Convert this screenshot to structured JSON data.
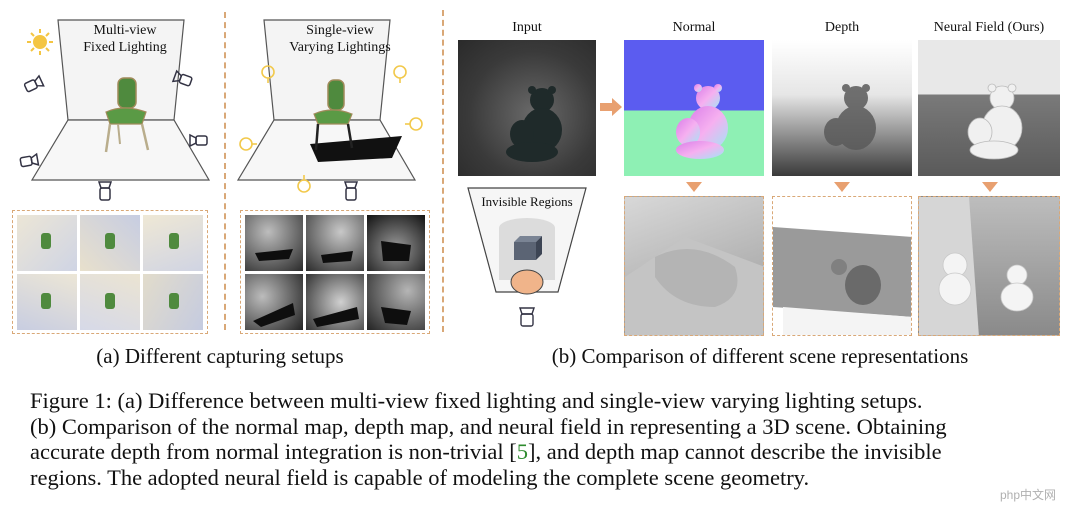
{
  "panel_a": {
    "left_title": [
      "Multi-view",
      "Fixed Lighting"
    ],
    "right_title": [
      "Single-view",
      "Varying Lightings"
    ],
    "subcaption": "(a) Different capturing setups"
  },
  "panel_b": {
    "col_input": "Input",
    "col_normal": "Normal",
    "col_depth": "Depth",
    "col_neural": "Neural Field (Ours)",
    "invisible_regions": "Invisible Regions",
    "subcaption": "(b) Comparison of different scene representations"
  },
  "caption": {
    "line1": "Figure 1: (a) Difference between multi-view fixed lighting and single-view varying lighting setups.",
    "line2": "(b) Comparison of the normal map, depth map, and neural field in representing a 3D scene. Obtaining",
    "line3_pre": "accurate depth from normal integration is non-trivial [",
    "line3_ref": "5",
    "line3_post": "], and depth map cannot describe the invisible",
    "line4": "regions. The adopted neural field is capable of modeling the complete scene geometry."
  },
  "watermark": "php中文网",
  "colors": {
    "accent_dash": "#d9a877",
    "arrow": "#e8a070",
    "ref_link": "#2e8b2e",
    "normal_top": "#5b5cf0",
    "normal_bottom": "#8ef0b4"
  }
}
